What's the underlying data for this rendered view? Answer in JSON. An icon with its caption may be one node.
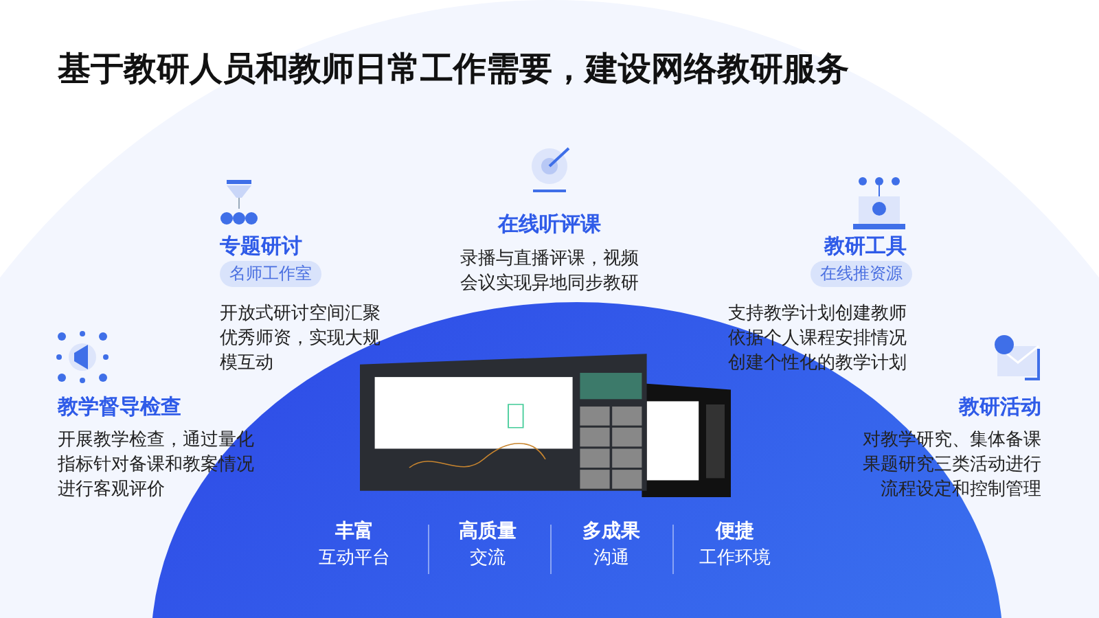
{
  "diagram": {
    "title": "基于教研人员和教师日常工作需要，建设网络教研服务",
    "nodes": [
      {
        "text": [
          "名师工作室"
        ]
      },
      {
        "text": [
          "在线推资源"
        ]
      }
    ],
    "labels": [
      "在线听评课",
      "录播与直播评课，视频会议实现异地同步教研",
      "专题研讨",
      "开放式研讨空间汇聚优秀师资，实现大规模互动",
      "教研工具",
      "支持教学计划创建教师依据个人课程安排情况创建个性化的教学计划",
      "教学督导检查",
      "开展教学检查，通过量化指标针对备课和教案情况进行客观评价",
      "教研活动",
      "对教学研究、集体备课果题研究三类活动进行流程设定和控制管理",
      "丰富",
      "互动平台",
      "高质量",
      "交流",
      "多成果",
      "沟通",
      "便捷",
      "工作环境"
    ]
  }
}
